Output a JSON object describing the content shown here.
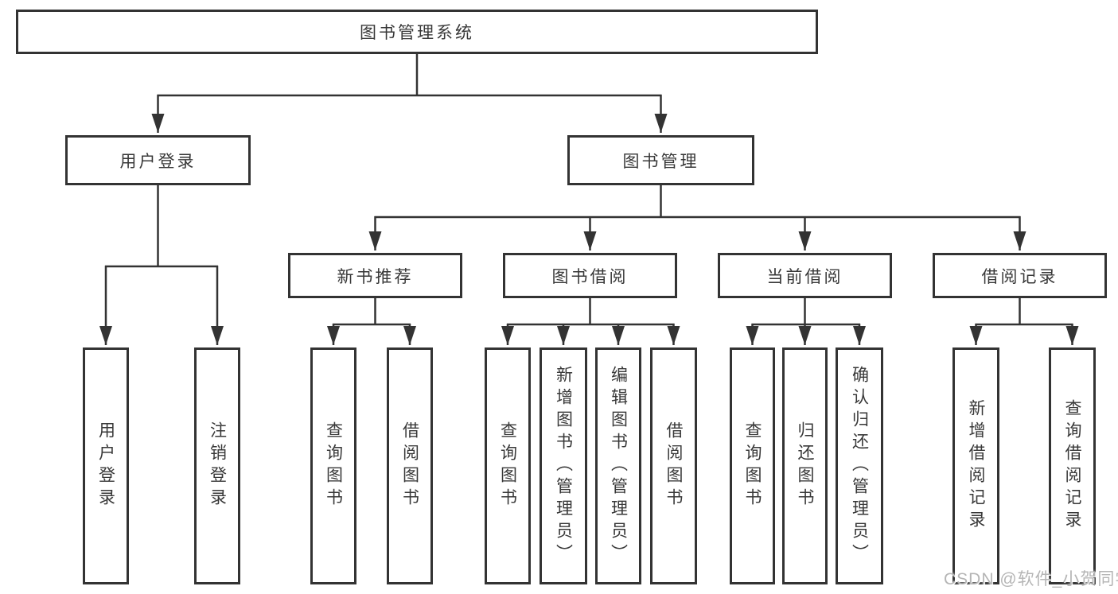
{
  "diagram": {
    "root": {
      "label": "图书管理系统"
    },
    "user_login": {
      "label": "用户登录",
      "children": [
        {
          "label": "用户登录"
        },
        {
          "label": "注销登录"
        }
      ]
    },
    "book_management": {
      "label": "图书管理",
      "sections": [
        {
          "label": "新书推荐",
          "children": [
            {
              "label": "查询图书"
            },
            {
              "label": "借阅图书"
            }
          ]
        },
        {
          "label": "图书借阅",
          "children": [
            {
              "label": "查询图书"
            },
            {
              "label": "新增图书（管理员）"
            },
            {
              "label": "编辑图书（管理员）"
            },
            {
              "label": "借阅图书"
            }
          ]
        },
        {
          "label": "当前借阅",
          "children": [
            {
              "label": "查询图书"
            },
            {
              "label": "归还图书"
            },
            {
              "label": "确认归还（管理员）"
            }
          ]
        },
        {
          "label": "借阅记录",
          "children": [
            {
              "label": "新增借阅记录"
            },
            {
              "label": "查询借阅记录"
            }
          ]
        }
      ]
    }
  },
  "watermark": {
    "text": "CSDN @软件_小贺同学"
  },
  "colors": {
    "line": "#333333",
    "box_border": "#333333",
    "text": "#383838",
    "background": "#ffffff",
    "watermark": "#b5b5b5"
  }
}
